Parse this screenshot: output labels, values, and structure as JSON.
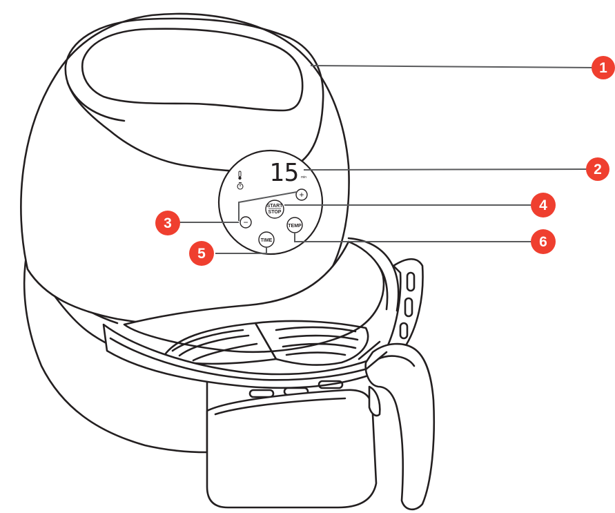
{
  "display": {
    "time_value": "15",
    "unit": "min"
  },
  "buttons": {
    "start_stop_top": "START",
    "start_stop_bottom": "STOP",
    "time": "TIME",
    "temp": "TEMP",
    "minus": "−",
    "plus": "+"
  },
  "callouts": [
    "1",
    "2",
    "3",
    "4",
    "5",
    "6"
  ],
  "colors": {
    "callout_badge": "#ef3f2f",
    "outline": "#231f20",
    "leader": "#58595b"
  }
}
